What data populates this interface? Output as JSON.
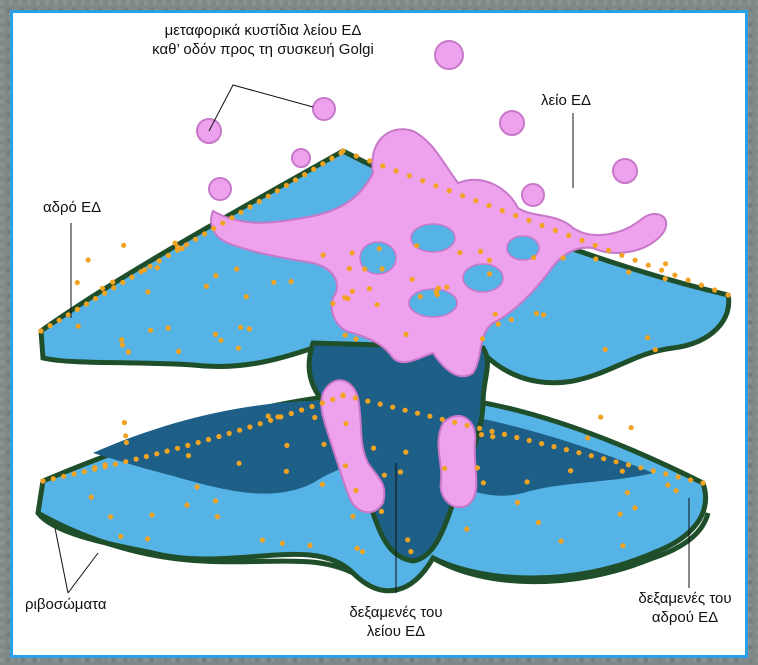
{
  "labels": {
    "transport_vesicles_line1": "μεταφορικά κυστίδια λείου ΕΔ",
    "transport_vesicles_line2": "καθ’ οδόν προς τη συσκευή Golgi",
    "smooth_er": "λείο ΕΔ",
    "rough_er": "αδρό ΕΔ",
    "ribosomes": "ριβοσώματα",
    "smooth_er_cisternae_line1": "δεξαμενές του",
    "smooth_er_cisternae_line2": "λείου ΕΔ",
    "rough_er_cisternae_line1": "δεξαμενές του",
    "rough_er_cisternae_line2": "αδρού ΕΔ"
  },
  "colors": {
    "frame_border": "#2aa0e8",
    "rough_er_light": "#55b3e6",
    "rough_er_dark": "#1d5f86",
    "smooth_er_pink": "#eea2ee",
    "membrane_green": "#1f4f2a",
    "ribosome_orange": "#f2a322"
  }
}
